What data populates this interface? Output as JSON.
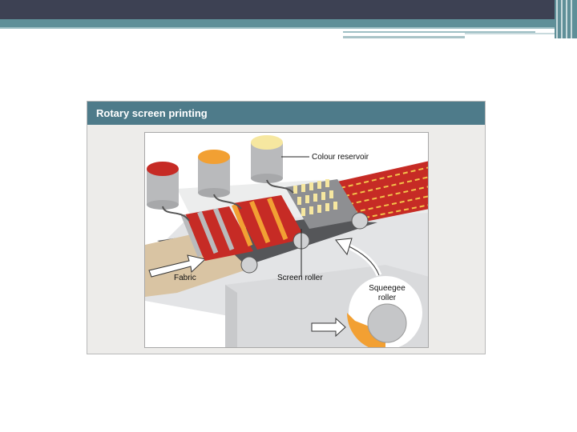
{
  "slide": {
    "figure_title": "Rotary screen printing"
  },
  "diagram": {
    "labels": {
      "colour_reservoir": "Colour reservoir",
      "fabric": "Fabric",
      "screen_roller": "Screen roller",
      "squeegee_line1": "Squeegee",
      "squeegee_line2": "roller"
    }
  },
  "colors": {
    "header_bar": "#3d4153",
    "teal_band": "#5f8f98",
    "figure_header": "#4e7b8a",
    "ink_red": "#c62b25",
    "ink_orange": "#f2a033",
    "ink_yellow": "#f6e7a0",
    "fabric": "#d9c4a3",
    "machine": "#d9dadc"
  }
}
